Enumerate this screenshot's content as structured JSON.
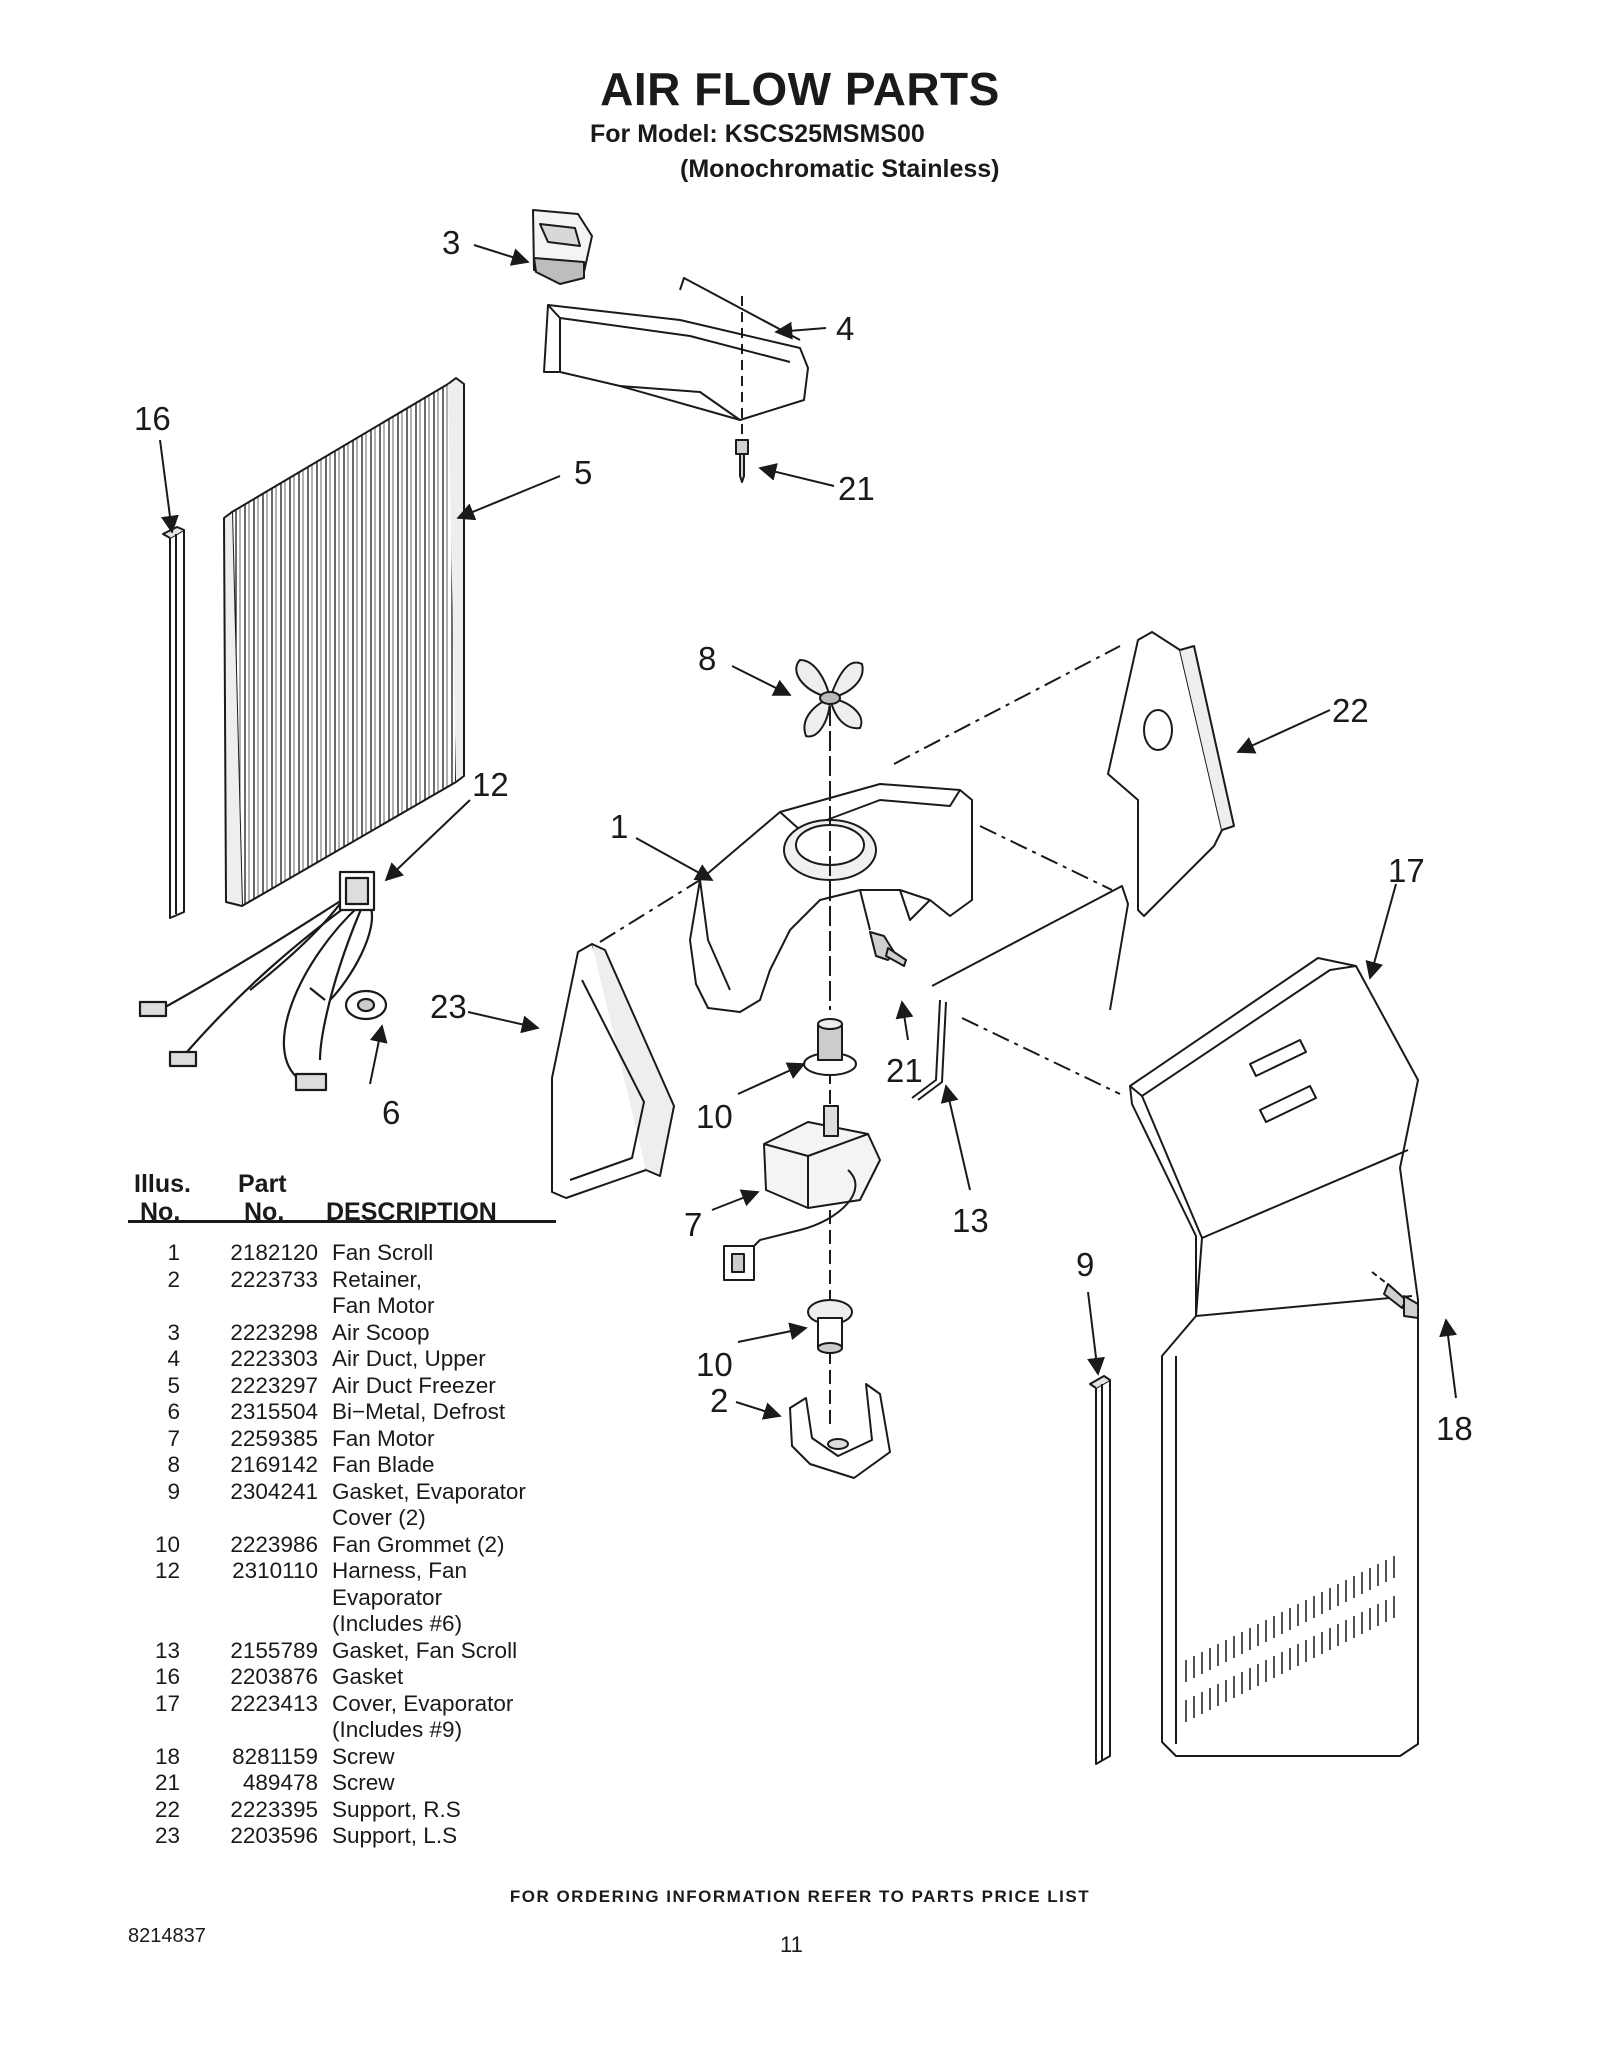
{
  "header": {
    "title": "AIR FLOW PARTS",
    "model_line": "For Model: KSCS25MSMS00",
    "variant_line": "(Monochromatic Stainless)"
  },
  "callouts": [
    "3",
    "4",
    "16",
    "5",
    "21",
    "8",
    "22",
    "12",
    "1",
    "17",
    "23",
    "21",
    "6",
    "10",
    "7",
    "13",
    "9",
    "10",
    "18",
    "2"
  ],
  "table": {
    "headers": {
      "illus_line1": "Illus.",
      "illus_line2": "No.",
      "part_line1": "Part",
      "part_line2": "No.",
      "description": "DESCRIPTION"
    },
    "rows": [
      {
        "no": "1",
        "part": "2182120",
        "desc": [
          "Fan Scroll"
        ]
      },
      {
        "no": "2",
        "part": "2223733",
        "desc": [
          "Retainer,",
          "Fan Motor"
        ]
      },
      {
        "no": "3",
        "part": "2223298",
        "desc": [
          "Air Scoop"
        ]
      },
      {
        "no": "4",
        "part": "2223303",
        "desc": [
          "Air Duct, Upper"
        ]
      },
      {
        "no": "5",
        "part": "2223297",
        "desc": [
          "Air Duct Freezer"
        ]
      },
      {
        "no": "6",
        "part": "2315504",
        "desc": [
          "Bi−Metal, Defrost"
        ]
      },
      {
        "no": "7",
        "part": "2259385",
        "desc": [
          "Fan Motor"
        ]
      },
      {
        "no": "8",
        "part": "2169142",
        "desc": [
          "Fan Blade"
        ]
      },
      {
        "no": "9",
        "part": "2304241",
        "desc": [
          "Gasket, Evaporator",
          "Cover (2)"
        ]
      },
      {
        "no": "10",
        "part": "2223986",
        "desc": [
          "Fan Grommet (2)"
        ]
      },
      {
        "no": "12",
        "part": "2310110",
        "desc": [
          "Harness, Fan",
          "Evaporator",
          "(Includes #6)"
        ]
      },
      {
        "no": "13",
        "part": "2155789",
        "desc": [
          "Gasket, Fan Scroll"
        ]
      },
      {
        "no": "16",
        "part": "2203876",
        "desc": [
          "Gasket"
        ]
      },
      {
        "no": "17",
        "part": "2223413",
        "desc": [
          "Cover, Evaporator",
          "(Includes #9)"
        ]
      },
      {
        "no": "18",
        "part": "8281159",
        "desc": [
          "Screw"
        ]
      },
      {
        "no": "21",
        "part": "489478",
        "desc": [
          "Screw"
        ]
      },
      {
        "no": "22",
        "part": "2223395",
        "desc": [
          "Support, R.S"
        ]
      },
      {
        "no": "23",
        "part": "2203596",
        "desc": [
          "Support, L.S"
        ]
      }
    ]
  },
  "footer": {
    "ordering_note": "FOR ORDERING INFORMATION REFER TO PARTS PRICE LIST",
    "doc_number": "8214837",
    "page_number": "11"
  }
}
